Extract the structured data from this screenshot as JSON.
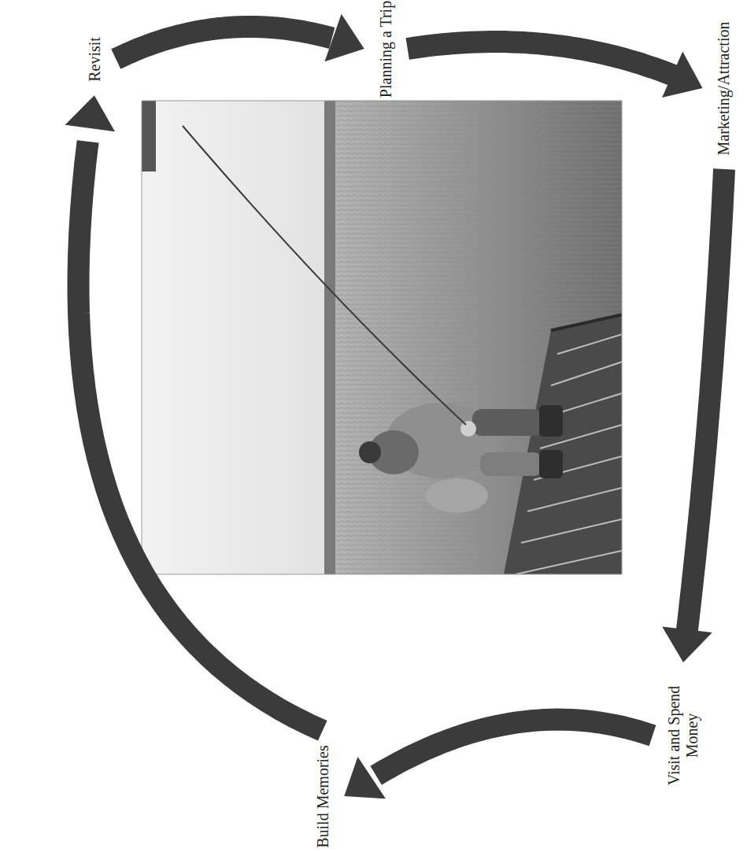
{
  "diagram": {
    "nodes": [
      {
        "text": [
          "Planning a Trip"
        ]
      },
      {
        "text": [
          "Marketing/Attraction"
        ]
      },
      {
        "text": [
          "Visit and Spend Money"
        ]
      },
      {
        "text": [
          "Build Memories"
        ]
      },
      {
        "text": [
          "Revisit"
        ]
      }
    ],
    "edges": [
      {
        "from": 0,
        "to": 1,
        "arrow": "to"
      },
      {
        "from": 1,
        "to": 2,
        "arrow": "to"
      },
      {
        "from": 2,
        "to": 3,
        "arrow": "to"
      },
      {
        "from": 3,
        "to": 4,
        "arrow": "to"
      },
      {
        "from": 4,
        "to": 0,
        "arrow": "to"
      }
    ]
  }
}
